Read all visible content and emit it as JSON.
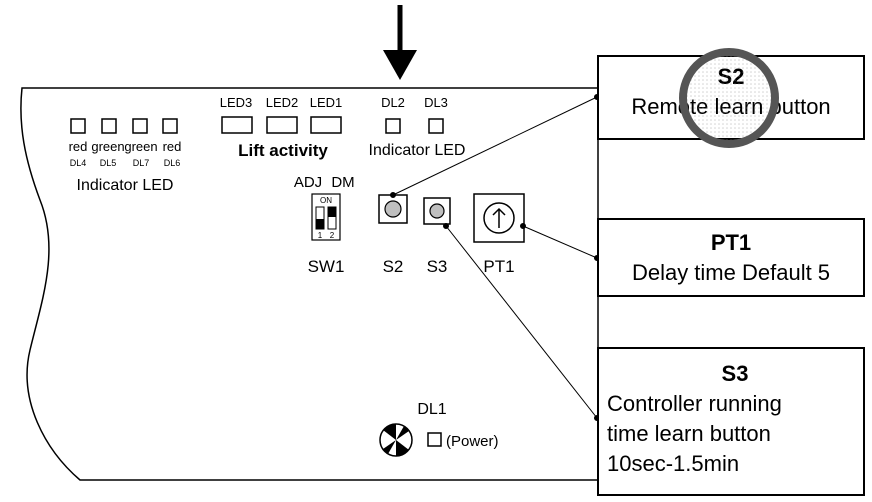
{
  "leds_left": {
    "colors": [
      "red",
      "green",
      "green",
      "red"
    ],
    "ids": [
      "DL4",
      "DL5",
      "DL7",
      "DL6"
    ],
    "caption": "Indicator LED"
  },
  "lift": {
    "labels": [
      "LED3",
      "LED2",
      "LED1"
    ],
    "caption": "Lift activity"
  },
  "indicator_right": {
    "labels": [
      "DL2",
      "DL3"
    ],
    "caption": "Indicator LED"
  },
  "switch": {
    "top_labels": [
      "ADJ",
      "DM"
    ],
    "on_text": "ON",
    "num1": "1",
    "num2": "2",
    "name": "SW1"
  },
  "buttons": {
    "s2": "S2",
    "s3": "S3",
    "pt1": "PT1"
  },
  "power": {
    "id": "DL1",
    "label": "(Power)"
  },
  "callouts": {
    "s2": {
      "title": "S2",
      "text": "Remote learn button"
    },
    "pt1": {
      "title": "PT1",
      "text": "Delay time Default 5"
    },
    "s3": {
      "title": "S3",
      "lines": [
        "Controller running",
        "time learn button",
        "10sec-1.5min"
      ]
    }
  }
}
